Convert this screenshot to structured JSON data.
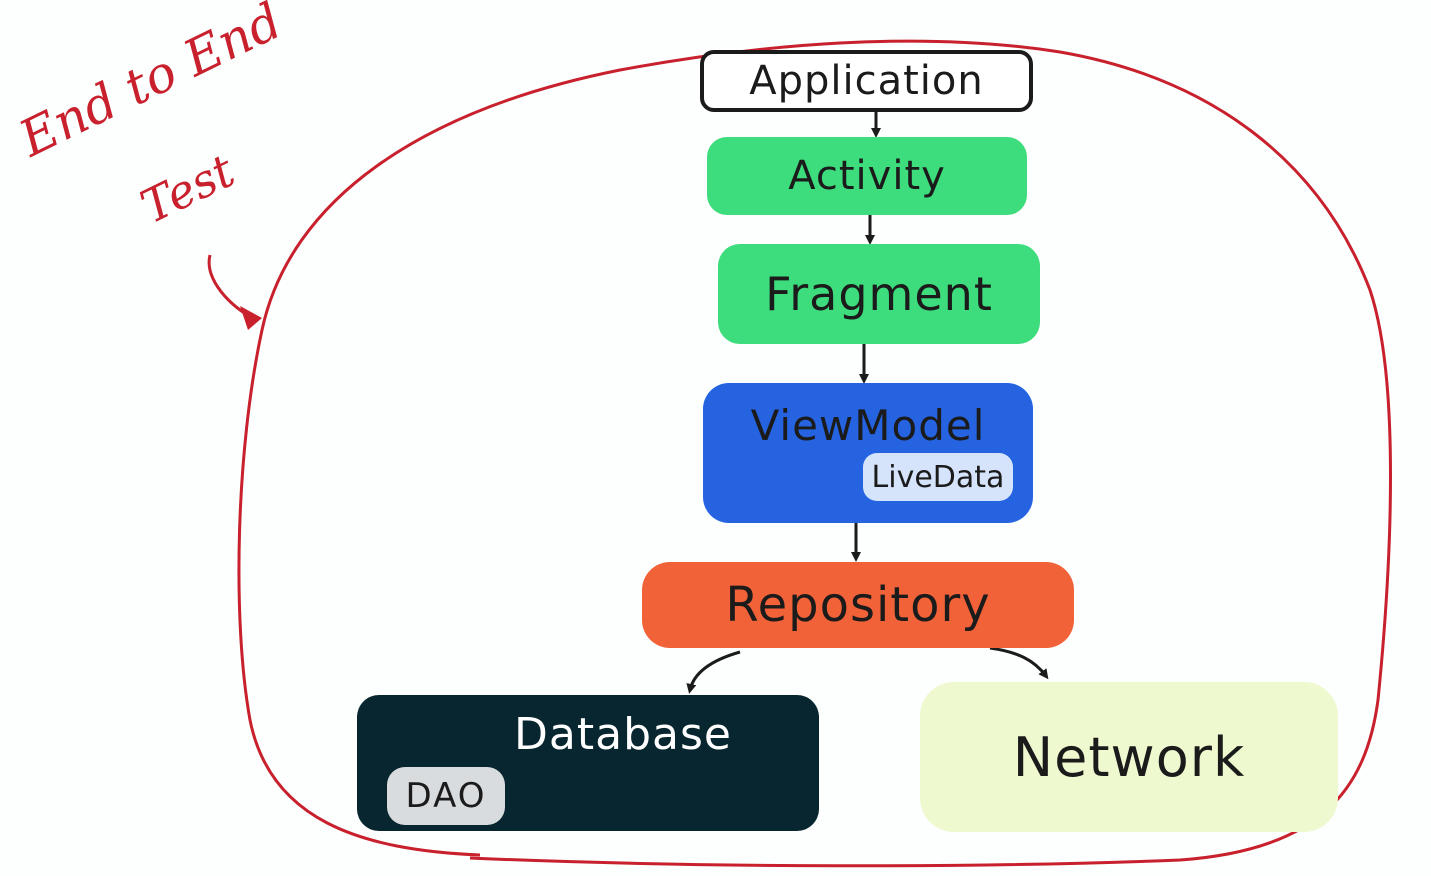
{
  "caption": {
    "line1": "End to End",
    "line2": "Test",
    "color": "#c8202c"
  },
  "nodes": {
    "application": {
      "label": "Application",
      "color": "#ffffff"
    },
    "activity": {
      "label": "Activity",
      "color": "#3ddc7c"
    },
    "fragment": {
      "label": "Fragment",
      "color": "#3ddc7c"
    },
    "viewmodel": {
      "label": "ViewModel",
      "color": "#2563e0",
      "badge": "LiveData"
    },
    "repository": {
      "label": "Repository",
      "color": "#f26238"
    },
    "database": {
      "label": "Database",
      "color": "#08262f",
      "badge": "DAO"
    },
    "network": {
      "label": "Network",
      "color": "#eef9cf"
    }
  },
  "edges": [
    {
      "from": "application",
      "to": "activity"
    },
    {
      "from": "activity",
      "to": "fragment"
    },
    {
      "from": "fragment",
      "to": "viewmodel"
    },
    {
      "from": "viewmodel",
      "to": "repository"
    },
    {
      "from": "repository",
      "to": "database"
    },
    {
      "from": "repository",
      "to": "network"
    }
  ],
  "boundary": {
    "encloses": [
      "application",
      "activity",
      "fragment",
      "viewmodel",
      "repository",
      "database",
      "network"
    ],
    "color": "#c8202c",
    "icon": "end-to-end-boundary-icon"
  }
}
